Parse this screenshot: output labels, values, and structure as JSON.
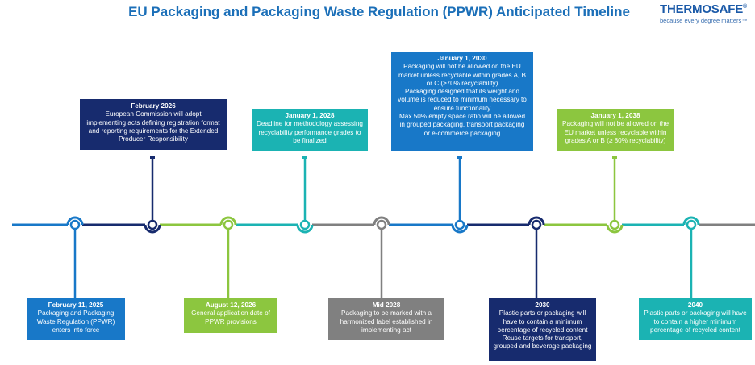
{
  "header": {
    "title": "EU Packaging and Packaging Waste Regulation (PPWR) Anticipated Timeline"
  },
  "logo": {
    "name": "THERMOSAFE",
    "reg": "®",
    "tagline": "because every degree matters™"
  },
  "colors": {
    "blue": "#1878c8",
    "navy": "#172b6e",
    "lime": "#8cc63f",
    "teal": "#1bb3b3",
    "gray": "#808080"
  },
  "events": [
    {
      "date": "February 11, 2025",
      "text": "Packaging and Packaging\nWaste Regulation (PPWR)\nenters into force",
      "color": "blue"
    },
    {
      "date": "February 2026",
      "text": "European Commission will adopt\nimplementing acts defining registration format\nand reporting requirements for the Extended\nProducer Responsibility",
      "color": "navy"
    },
    {
      "date": "August 12, 2026",
      "text": "General application date of\nPPWR provisions",
      "color": "lime"
    },
    {
      "date": "January 1, 2028",
      "text": "Deadline for methodology assessing\nrecyclability performance grades to\nbe finalized",
      "color": "teal"
    },
    {
      "date": "Mid 2028",
      "text": "Packaging to be marked with a\nharmonized label established in\nimplementing act",
      "color": "gray"
    },
    {
      "date": "January 1, 2030",
      "text": "Packaging will not be allowed on the EU\nmarket unless recyclable within grades A, B\nor C (≥70% recyclability)\nPackaging designed that its weight and\nvolume is reduced to minimum necessary to\nensure functionality\nMax 50% empty space ratio will be allowed\nin grouped packaging, transport packaging\nor e-commerce packaging",
      "color": "blue"
    },
    {
      "date": "2030",
      "text": "Plastic parts or packaging will\nhave to contain a minimum\npercentage of recycled content\nReuse targets for transport,\ngrouped and beverage packaging",
      "color": "navy"
    },
    {
      "date": "January 1, 2038",
      "text": "Packaging will not be allowed on the\nEU market unless recyclable within\ngrades A or B (≥ 80% recyclability)",
      "color": "lime"
    },
    {
      "date": "2040",
      "text": "Plastic parts or packaging will have\nto contain a higher minimum\npercentage of recycled content",
      "color": "teal"
    }
  ]
}
